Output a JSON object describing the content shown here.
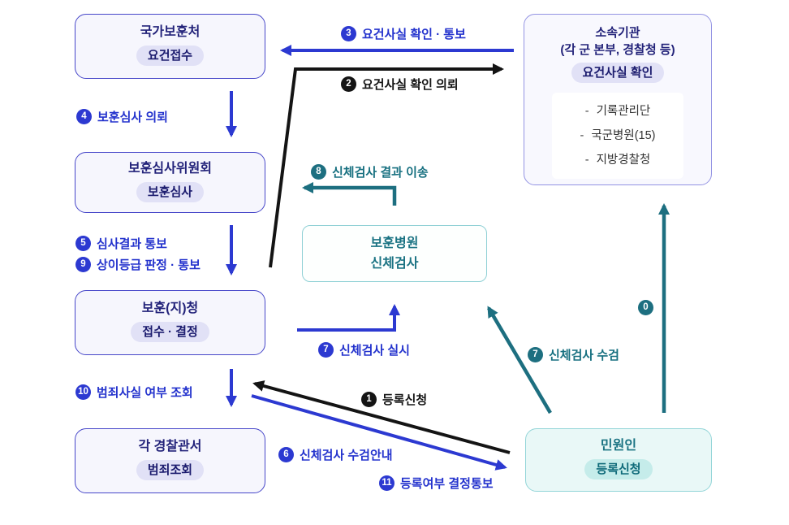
{
  "colors": {
    "arrow_blue": "#2c39d1",
    "arrow_black": "#111111",
    "arrow_teal": "#1d6f80",
    "node_border_indigo": "#4747c9",
    "node_border_indigo_light": "#9393e3",
    "node_border_teal": "#8fd0d5",
    "node_bg_indigo": "#f6f6fd",
    "node_bg_teal": "#e9f8f7",
    "pill_bg": "#e1e1f6",
    "pill_teal_bg": "#c5ecea"
  },
  "nodes": {
    "gukga": {
      "title": "국가보훈처",
      "badge": "요건접수"
    },
    "simsa": {
      "title": "보훈심사위원회",
      "badge": "보훈심사"
    },
    "jicheong": {
      "title": "보훈(지)청",
      "badge": "접수 · 결정"
    },
    "police": {
      "title": "각 경찰관서",
      "badge": "범죄조회"
    },
    "sosok": {
      "title": "소속기관",
      "subtitle": "(각 군 본부, 경찰청 등)",
      "badge": "요건사실 확인",
      "bullet": "-",
      "items": [
        "기록관리단",
        "국군병원(15)",
        "지방경찰청"
      ]
    },
    "hospital": {
      "line1": "보훈병원",
      "line2": "신체검사"
    },
    "minwon": {
      "title": "민원인",
      "badge": "등록신청"
    }
  },
  "steps": {
    "s0": {
      "num": "0"
    },
    "s1": {
      "num": "1",
      "text": "등록신청"
    },
    "s2": {
      "num": "2",
      "text": "요건사실 확인 의뢰"
    },
    "s3": {
      "num": "3",
      "text": "요건사실 확인 · 통보"
    },
    "s4": {
      "num": "4",
      "text": "보훈심사 의뢰"
    },
    "s5": {
      "num": "5",
      "text": "심사결과 통보"
    },
    "s6": {
      "num": "6",
      "text": "신체검사 수검안내"
    },
    "s7a": {
      "num": "7",
      "text": "신체검사 실시"
    },
    "s7b": {
      "num": "7",
      "text": "신체검사 수검"
    },
    "s8": {
      "num": "8",
      "text": "신체검사 결과 이송"
    },
    "s9": {
      "num": "9",
      "text": "상이등급 판정 · 통보"
    },
    "s10": {
      "num": "10",
      "text": "범죄사실 여부 조회"
    },
    "s11": {
      "num": "11",
      "text": "등록여부 결정통보"
    }
  }
}
